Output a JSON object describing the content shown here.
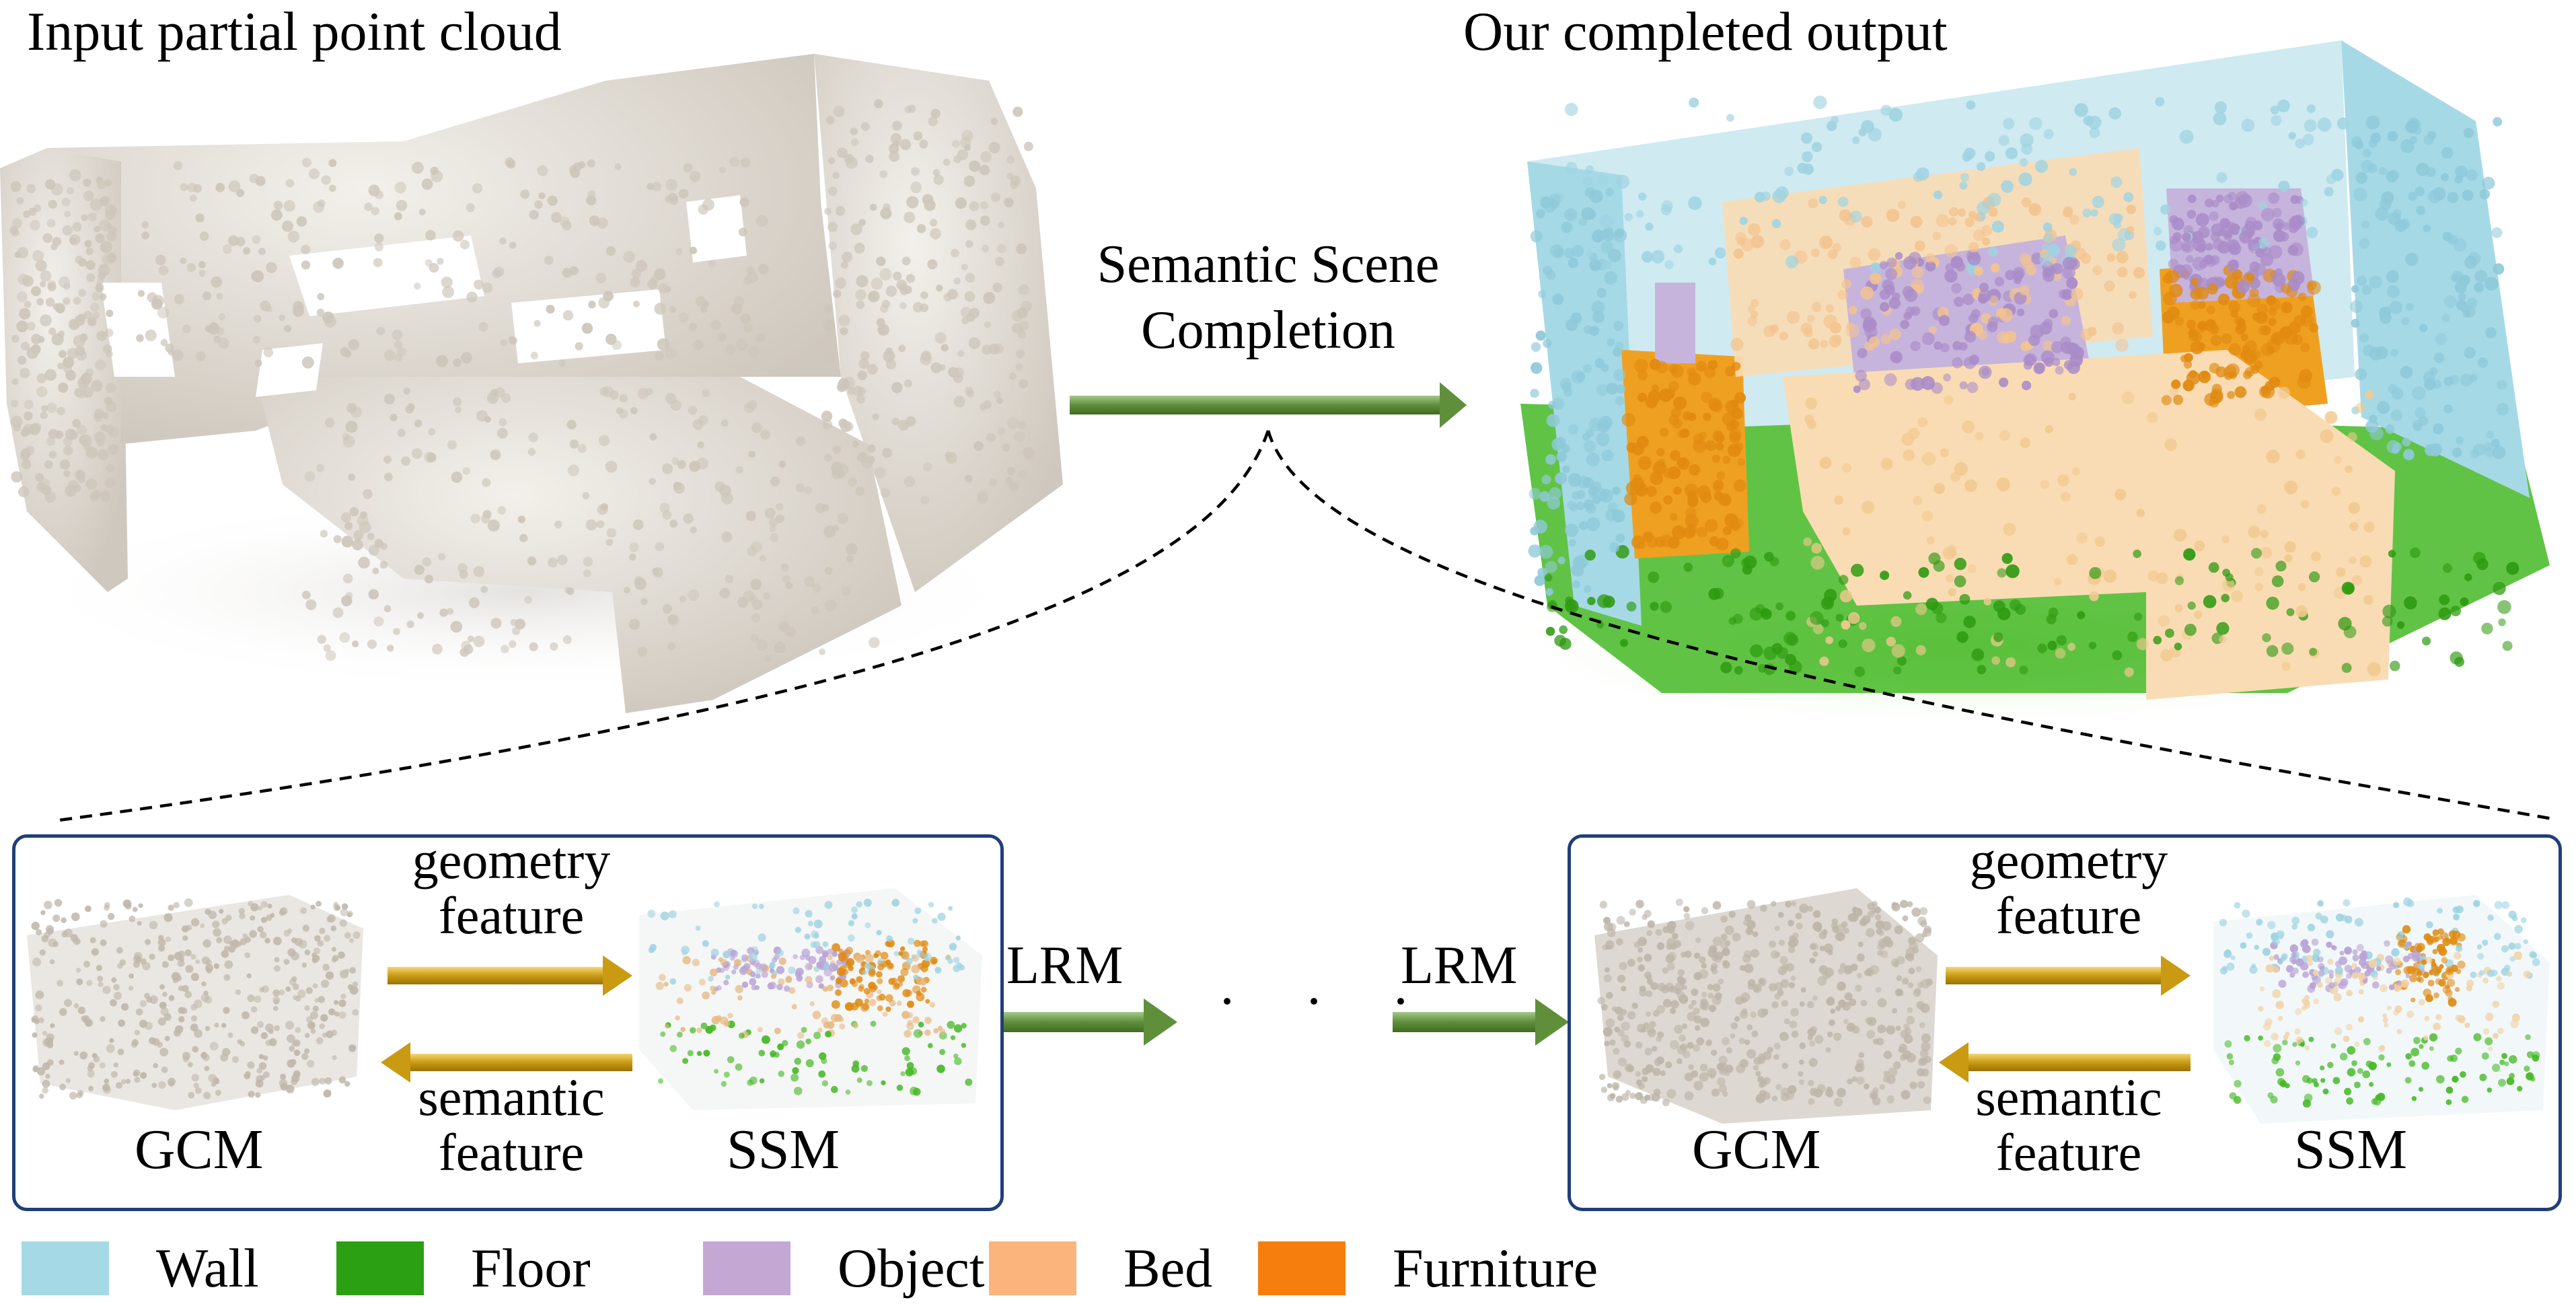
{
  "titles": {
    "input": "Input partial point cloud",
    "output": "Our completed output"
  },
  "center": {
    "line1": "Semantic Scene",
    "line2": "Completion"
  },
  "stage_left": {
    "top_feature_line1": "geometry",
    "top_feature_line2": "feature",
    "bottom_feature_line1": "semantic",
    "bottom_feature_line2": "feature",
    "module_left": "GCM",
    "module_right": "SSM"
  },
  "stage_right": {
    "top_feature_line1": "geometry",
    "top_feature_line2": "feature",
    "bottom_feature_line1": "semantic",
    "bottom_feature_line2": "feature",
    "module_left": "GCM",
    "module_right": "SSM"
  },
  "between": {
    "lrm_left": "LRM",
    "ellipsis": "· · ·",
    "lrm_right": "LRM"
  },
  "legend": [
    {
      "label": "Wall",
      "color": "#a6d9e6"
    },
    {
      "label": "Floor",
      "color": "#2aa012"
    },
    {
      "label": "Object",
      "color": "#c5a7d3"
    },
    {
      "label": "Bed",
      "color": "#fbb57c"
    },
    {
      "label": "Furniture",
      "color": "#f57e0c"
    }
  ],
  "colors": {
    "partial": "#e2ddd6",
    "wall": "#a6d9e6",
    "floor": "#45b824",
    "object": "#c7b4dc",
    "bed": "#f9dcb4",
    "furniture": "#f0a020",
    "green_arrow": "#5f8f3a",
    "gold_arrow": "#c99a12",
    "panel_border": "#1f3f7a"
  }
}
